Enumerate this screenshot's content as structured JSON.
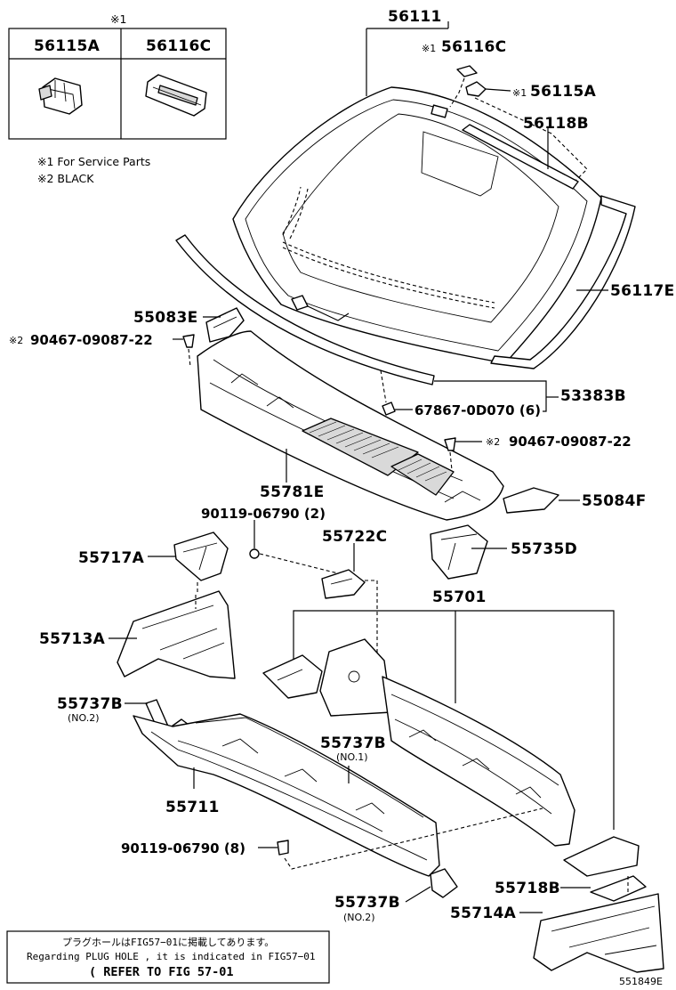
{
  "inset": {
    "mark": "※1",
    "col_a": "56115A",
    "col_b": "56116C"
  },
  "notes": {
    "service": "※1 For Service Parts",
    "black": "※2 BLACK"
  },
  "callouts": {
    "p56111": "56111",
    "p56116c": "56116C",
    "p56116c_mark": "※1",
    "p56115a": "56115A",
    "p56115a_mark": "※1",
    "p56118b": "56118B",
    "p56117e": "56117E",
    "p55083e": "55083E",
    "p90467_left": "90467-09087-22",
    "p90467_left_mark": "※2",
    "p53383b": "53383B",
    "p67867": "67867-0D070 (6)",
    "p90467_right": "90467-09087-22",
    "p90467_right_mark": "※2",
    "p55781e": "55781E",
    "p55084f": "55084F",
    "p90119_2": "90119-06790 (2)",
    "p55722c": "55722C",
    "p55717a": "55717A",
    "p55735d": "55735D",
    "p55701": "55701",
    "p55713a": "55713A",
    "p55737b_top": "55737B",
    "p55737b_top_sub": "(NO.2)",
    "p55737b_mid": "55737B",
    "p55737b_mid_sub": "(NO.1)",
    "p55711": "55711",
    "p90119_8": "90119-06790 (8)",
    "p55718b": "55718B",
    "p55737b_bot": "55737B",
    "p55737b_bot_sub": "(NO.2)",
    "p55714a": "55714A"
  },
  "reference_box": {
    "line_jp": "プラグホールはFIG57−01に掲載してあります。",
    "line_en": "Regarding PLUG HOLE , it is indicated in FIG57−01",
    "line_ref": "( REFER TO FIG 57-01"
  },
  "figure_id": "551849E"
}
